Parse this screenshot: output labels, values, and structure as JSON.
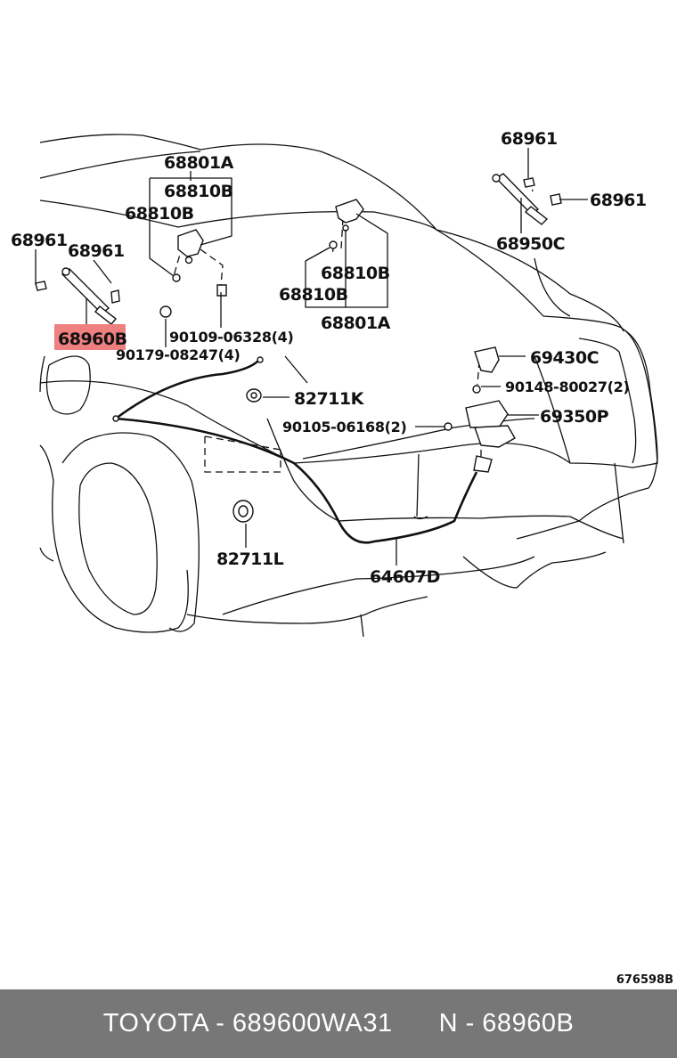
{
  "diagram": {
    "labels": {
      "l68801A_top": "68801A",
      "l68810B_a": "68810B",
      "l68810B_b": "68810B",
      "l68961_left1": "68961",
      "l68961_left2": "68961",
      "l68960B": "68960B",
      "l90109": "90109-06328(4)",
      "l90179": "90179-08247(4)",
      "l68961_top": "68961",
      "l68961_right": "68961",
      "l68950C": "68950C",
      "l68810B_c": "68810B",
      "l68810B_d": "68810B",
      "l68801A_bot": "68801A",
      "l69430C": "69430C",
      "l90148": "90148-80027(2)",
      "l82711K": "82711K",
      "l90105": "90105-06168(2)",
      "l69350P": "69350P",
      "l82711L": "82711L",
      "l64607D": "64607D"
    },
    "highlight_color": "#f08080",
    "ref_code": "676598B"
  },
  "footer": {
    "brand_part": "TOYOTA - 689600WA31",
    "ref_part": "N - 68960B"
  }
}
